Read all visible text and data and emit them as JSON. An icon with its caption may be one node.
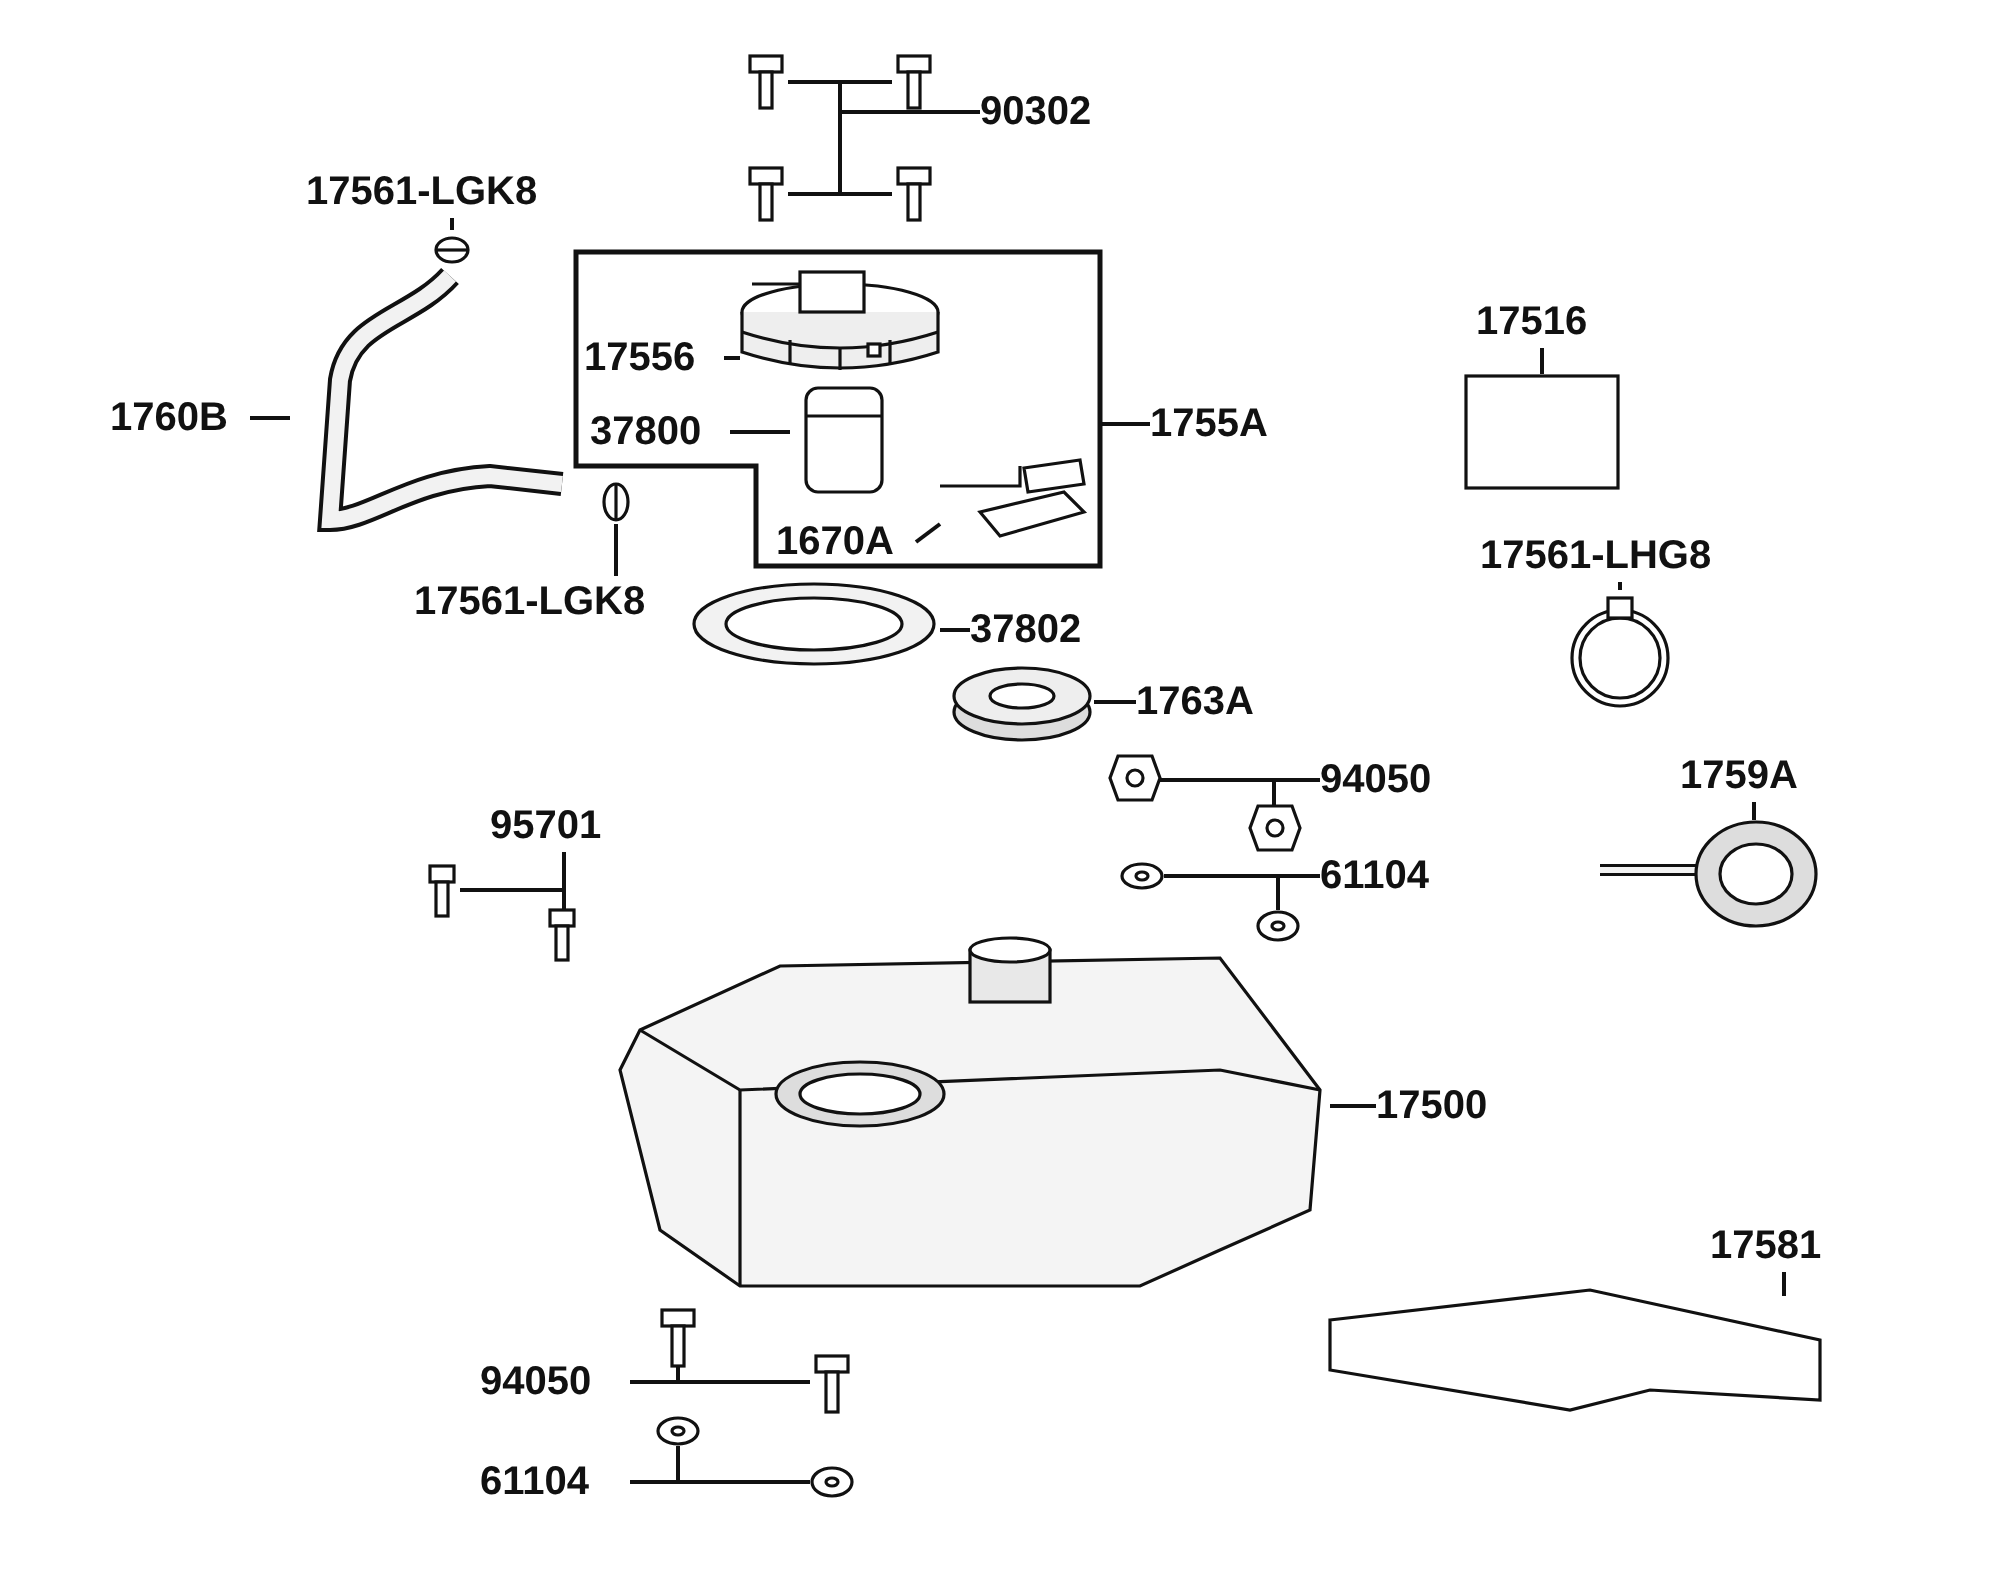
{
  "diagram": {
    "nodes": [
      {
        "text": [],
        "shape": "box"
      },
      {
        "text": [
          "17556"
        ],
        "in": 0
      },
      {
        "text": [],
        "shape": "picture",
        "in": 0
      },
      {
        "text": [
          "37800"
        ],
        "in": 0
      },
      {
        "text": [],
        "shape": "picture",
        "in": 0
      },
      {
        "text": [
          "1670A"
        ],
        "in": 0
      },
      {
        "text": [],
        "shape": "picture",
        "in": 0
      },
      {
        "text": [
          "1755A"
        ]
      },
      {
        "text": [
          "90302"
        ]
      },
      {
        "text": [],
        "shape": "picture"
      },
      {
        "text": [],
        "shape": "picture"
      },
      {
        "text": [],
        "shape": "picture"
      },
      {
        "text": [],
        "shape": "picture"
      },
      {
        "text": [
          "17561-LGK8"
        ]
      },
      {
        "text": [],
        "shape": "picture"
      },
      {
        "text": [
          "1760B"
        ]
      },
      {
        "text": [],
        "shape": "picture"
      },
      {
        "text": [
          "17561-LGK8"
        ]
      },
      {
        "text": [],
        "shape": "picture"
      },
      {
        "text": [
          "37802"
        ]
      },
      {
        "text": [],
        "shape": "picture"
      },
      {
        "text": [
          "1763A"
        ]
      },
      {
        "text": [],
        "shape": "picture"
      },
      {
        "text": [
          "17516"
        ]
      },
      {
        "text": [],
        "shape": "box"
      },
      {
        "text": [
          "17561-LHG8"
        ]
      },
      {
        "text": [],
        "shape": "picture"
      },
      {
        "text": [
          "1759A"
        ]
      },
      {
        "text": [],
        "shape": "picture"
      },
      {
        "text": [
          "94050"
        ]
      },
      {
        "text": [],
        "shape": "picture"
      },
      {
        "text": [],
        "shape": "picture"
      },
      {
        "text": [
          "61104"
        ]
      },
      {
        "text": [],
        "shape": "picture"
      },
      {
        "text": [],
        "shape": "picture"
      },
      {
        "text": [
          "95701"
        ]
      },
      {
        "text": [],
        "shape": "picture"
      },
      {
        "text": [],
        "shape": "picture"
      },
      {
        "text": [
          "17500"
        ]
      },
      {
        "text": [],
        "shape": "picture"
      },
      {
        "text": [
          "17581"
        ]
      },
      {
        "text": [],
        "shape": "picture"
      },
      {
        "text": [
          "94050"
        ]
      },
      {
        "text": [],
        "shape": "picture"
      },
      {
        "text": [],
        "shape": "picture"
      },
      {
        "text": [
          "61104"
        ]
      },
      {
        "text": [],
        "shape": "picture"
      },
      {
        "text": [],
        "shape": "picture"
      }
    ],
    "edges": [
      {
        "from": 7,
        "to": 0,
        "arrow": "none"
      },
      {
        "from": 1,
        "to": 2,
        "arrow": "none"
      },
      {
        "from": 3,
        "to": 4,
        "arrow": "none"
      },
      {
        "from": 5,
        "to": 6,
        "arrow": "none"
      },
      {
        "from": 8,
        "to": 9,
        "arrow": "none"
      },
      {
        "from": 8,
        "to": 10,
        "arrow": "none"
      },
      {
        "from": 8,
        "to": 11,
        "arrow": "none"
      },
      {
        "from": 8,
        "to": 12,
        "arrow": "none"
      },
      {
        "from": 13,
        "to": 14,
        "arrow": "none"
      },
      {
        "from": 15,
        "to": 16,
        "arrow": "none"
      },
      {
        "from": 17,
        "to": 18,
        "arrow": "none"
      },
      {
        "from": 19,
        "to": 20,
        "arrow": "none"
      },
      {
        "from": 21,
        "to": 22,
        "arrow": "none"
      },
      {
        "from": 23,
        "to": 24,
        "arrow": "none"
      },
      {
        "from": 25,
        "to": 26,
        "arrow": "none"
      },
      {
        "from": 27,
        "to": 28,
        "arrow": "none"
      },
      {
        "from": 29,
        "to": 30,
        "arrow": "none"
      },
      {
        "from": 29,
        "to": 31,
        "arrow": "none"
      },
      {
        "from": 32,
        "to": 33,
        "arrow": "none"
      },
      {
        "from": 32,
        "to": 34,
        "arrow": "none"
      },
      {
        "from": 35,
        "to": 36,
        "arrow": "none"
      },
      {
        "from": 35,
        "to": 37,
        "arrow": "none"
      },
      {
        "from": 38,
        "to": 39,
        "arrow": "none"
      },
      {
        "from": 40,
        "to": 41,
        "arrow": "none"
      },
      {
        "from": 42,
        "to": 43,
        "arrow": "none"
      },
      {
        "from": 42,
        "to": 44,
        "arrow": "none"
      },
      {
        "from": 45,
        "to": 46,
        "arrow": "none"
      },
      {
        "from": 45,
        "to": 47,
        "arrow": "none"
      }
    ]
  }
}
